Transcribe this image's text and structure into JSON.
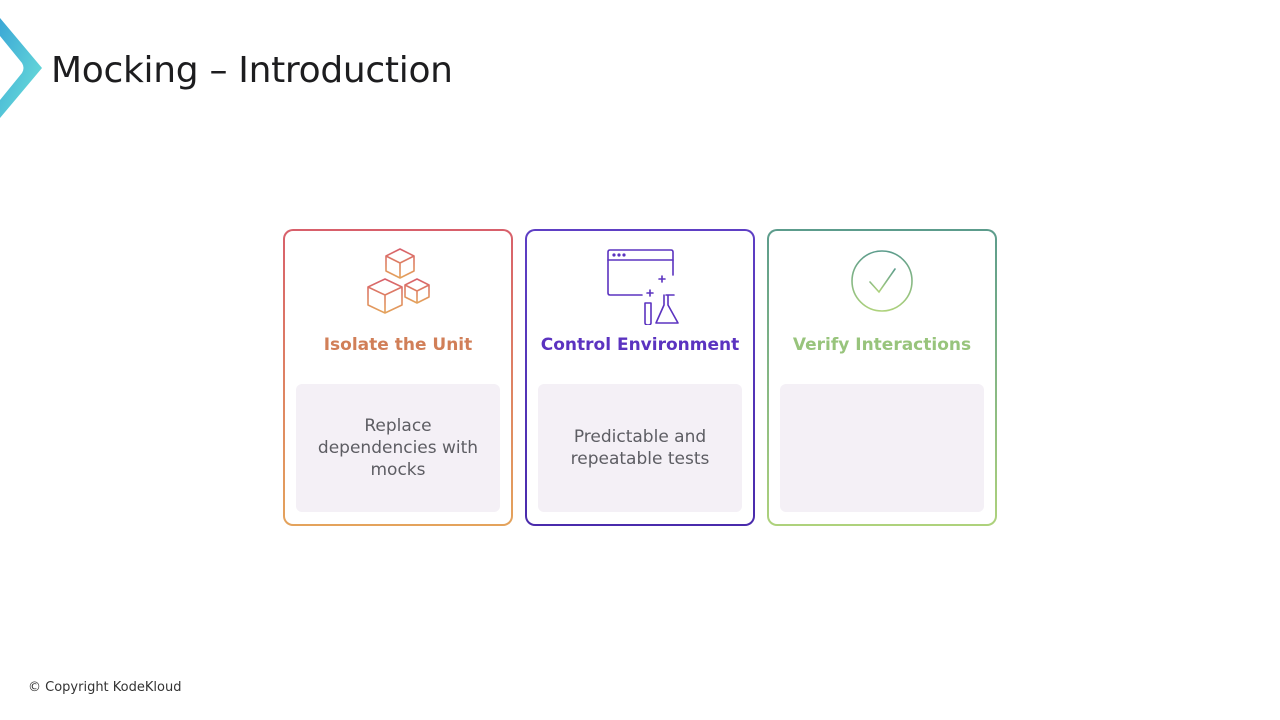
{
  "slide": {
    "title": "Mocking – Introduction"
  },
  "cards": [
    {
      "heading": "Isolate the Unit",
      "text": "Replace dependencies with mocks",
      "icon": "cubes-icon",
      "color": "#d17f58"
    },
    {
      "heading": "Control Environment",
      "text": "Predictable and repeatable tests",
      "icon": "browser-lab-icon",
      "color": "#5b33c0"
    },
    {
      "heading": "Verify Interactions",
      "text": "",
      "icon": "check-circle-icon",
      "color": "#98c47c"
    }
  ],
  "footer": {
    "copyright": "© Copyright KodeKloud"
  }
}
